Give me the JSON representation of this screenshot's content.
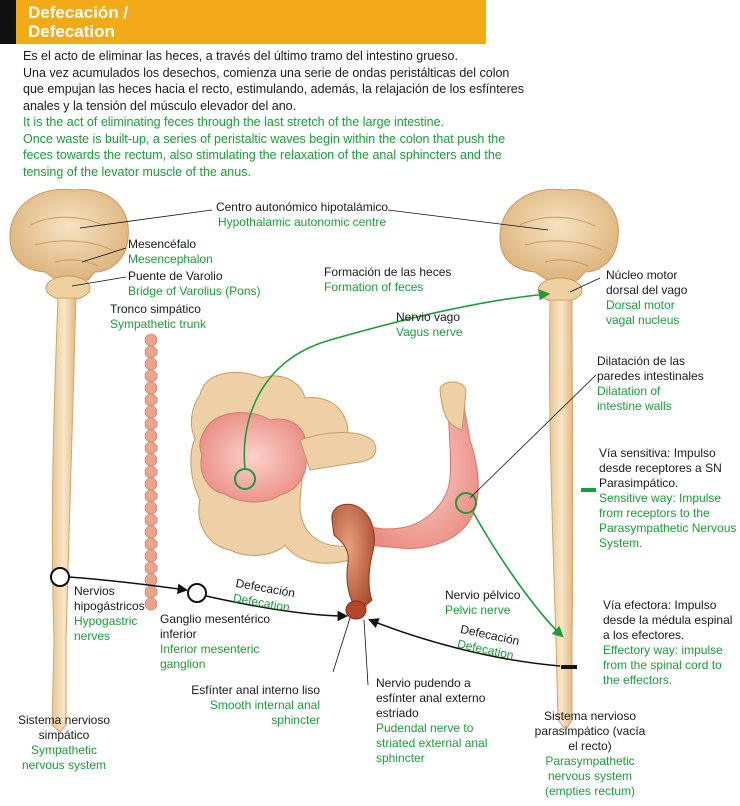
{
  "title": {
    "es": "Defecación /",
    "en": "Defecation"
  },
  "intro": {
    "es_1": "Es el acto de eliminar las heces, a través del último tramo del intestino grueso.",
    "es_2": "Una vez acumulados los desechos, comienza una serie de ondas peristálticas del colon",
    "es_3": "que empujan las heces hacia el recto, estimulando, además, la relajación de los esfínteres",
    "es_4": "anales y la tensión del músculo elevador del ano.",
    "en_1": "It is the act of eliminating feces through the last stretch of the large intestine.",
    "en_2": "Once waste is built-up, a series of peristaltic waves begin within the colon that push the",
    "en_3": "feces towards the rectum, also stimulating the relaxation of the anal sphincters and the",
    "en_4": "tensing of the levator muscle of the anus."
  },
  "labels": {
    "hypothalamic": {
      "es": "Centro autonómico hipotalámico",
      "en": "Hypothalamic autonomic centre"
    },
    "mesencephalon": {
      "es": "Mesencéfalo",
      "en": "Mesencephalon"
    },
    "pons": {
      "es": "Puente de Varolio",
      "en": "Bridge of Varolius (Pons)"
    },
    "sympathetic_trunk": {
      "es": "Tronco simpático",
      "en": "Sympathetic trunk"
    },
    "feces_formation": {
      "es": "Formación de las heces",
      "en": "Formation of feces"
    },
    "vagus": {
      "es": "Nervio vago",
      "en": "Vagus nerve"
    },
    "dorsal_vagal": {
      "es_1": "Núcleo motor",
      "es_2": "dorsal del vago",
      "en_1": "Dorsal motor",
      "en_2": "vagal nucleus"
    },
    "dilatation": {
      "es_1": "Dilatación de las",
      "es_2": "paredes intestinales",
      "en_1": "Dilatation of",
      "en_2": "intestine walls"
    },
    "sensitive_way": {
      "es_1": "Vía sensitiva: Impulso",
      "es_2": "desde receptores a SN",
      "es_3": "Parasimpático.",
      "en_1": "Sensitive way: Impulse",
      "en_2": "from receptors to the",
      "en_3": "Parasympathetic Nervous",
      "en_4": "System."
    },
    "effectory_way": {
      "es_1": "Vía efectora: Impulso",
      "es_2": "desde la médula espinal",
      "es_3": "a los efectores.",
      "en_1": "Effectory way: impulse",
      "en_2": "from the spinal cord to",
      "en_3": "the effectors."
    },
    "hypogastric": {
      "es_1": "Nervios",
      "es_2": "hipogástricos",
      "en_1": "Hypogastric",
      "en_2": "nerves"
    },
    "mesenteric": {
      "es_1": "Ganglio mesentérico",
      "es_2": "inferior",
      "en_1": "Inferior mesenteric",
      "en_2": "ganglion"
    },
    "defecation_left": {
      "es": "Defecación",
      "en": "Defecation"
    },
    "defecation_right": {
      "es": "Defecación",
      "en": "Defecation"
    },
    "pelvic": {
      "es": "Nervio pélvico",
      "en": "Pelvic nerve"
    },
    "internal_sphincter": {
      "es": "Esfínter anal interno liso",
      "en_1": "Smooth internal anal",
      "en_2": "sphincter"
    },
    "pudendal": {
      "es_1": "Nervio pudendo a",
      "es_2": "esfínter anal externo",
      "es_3": "estriado",
      "en_1": "Pudendal nerve to",
      "en_2": "striated external anal",
      "en_3": "sphincter"
    },
    "sympathetic_ns": {
      "es_1": "Sistema nervioso",
      "es_2": "simpático",
      "en_1": "Sympathetic",
      "en_2": "nervous system"
    },
    "parasympathetic_ns": {
      "es_1": "Sistema nervioso",
      "es_2": "parasimpático (vacía",
      "es_3": "el recto)",
      "en_1": "Parasympathetic",
      "en_2": "nervous system",
      "en_3": "(empties rectum)"
    }
  },
  "colors": {
    "title_bg": "#f2ab16",
    "english_text": "#1f9a3a",
    "brain_tan": "#efd3a6",
    "intestine_pink": "#f4a7a4",
    "vertebra_salmon": "#e8a58d",
    "sensory_arrow": "#1f9a3a",
    "motor_arrow": "#111111"
  }
}
